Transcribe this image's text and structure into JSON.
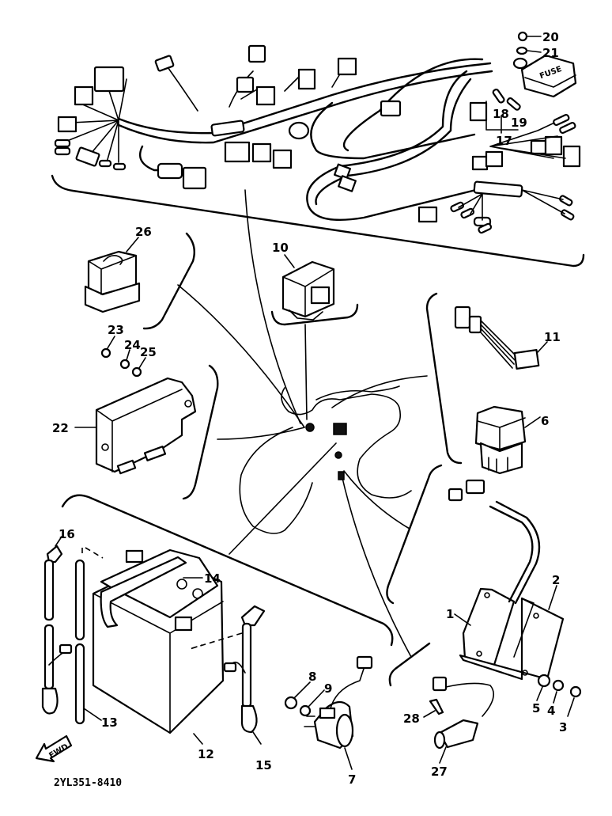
{
  "diagram": {
    "drawing_code": "2YL351-8410",
    "direction_marker": "FWD",
    "fuse_box_text": "FUSE",
    "callouts": {
      "c1": "1",
      "c2": "2",
      "c3": "3",
      "c4": "4",
      "c5": "5",
      "c6": "6",
      "c7": "7",
      "c8": "8",
      "c9": "9",
      "c10": "10",
      "c11": "11",
      "c12": "12",
      "c13": "13",
      "c14": "14",
      "c15": "15",
      "c16": "16",
      "c17": "17",
      "c18": "18",
      "c19": "19",
      "c20": "20",
      "c21": "21",
      "c22": "22",
      "c23": "23",
      "c24": "24",
      "c25": "25",
      "c26": "26",
      "c27": "27",
      "c28": "28"
    },
    "parts": [
      {
        "ref": "1",
        "name": "bracket"
      },
      {
        "ref": "2",
        "name": "bracket-plate"
      },
      {
        "ref": "3",
        "name": "bolt"
      },
      {
        "ref": "4",
        "name": "nut"
      },
      {
        "ref": "5",
        "name": "washer"
      },
      {
        "ref": "6",
        "name": "relay"
      },
      {
        "ref": "7",
        "name": "starter-relay"
      },
      {
        "ref": "8",
        "name": "nut"
      },
      {
        "ref": "9",
        "name": "washer"
      },
      {
        "ref": "10",
        "name": "flasher-relay"
      },
      {
        "ref": "11",
        "name": "sub-wire-harness"
      },
      {
        "ref": "12",
        "name": "battery"
      },
      {
        "ref": "13",
        "name": "breather-pipe"
      },
      {
        "ref": "14",
        "name": "battery-band"
      },
      {
        "ref": "15",
        "name": "battery-lead-minus"
      },
      {
        "ref": "16",
        "name": "battery-lead-plus"
      },
      {
        "ref": "17",
        "name": "wire-harness"
      },
      {
        "ref": "18",
        "name": "fuse"
      },
      {
        "ref": "19",
        "name": "fuse"
      },
      {
        "ref": "20",
        "name": "screw"
      },
      {
        "ref": "21",
        "name": "washer"
      },
      {
        "ref": "22",
        "name": "cdi-unit"
      },
      {
        "ref": "23",
        "name": "bolt"
      },
      {
        "ref": "24",
        "name": "washer"
      },
      {
        "ref": "25",
        "name": "nut"
      },
      {
        "ref": "26",
        "name": "relay"
      },
      {
        "ref": "27",
        "name": "solenoid"
      },
      {
        "ref": "28",
        "name": "screw"
      }
    ]
  }
}
